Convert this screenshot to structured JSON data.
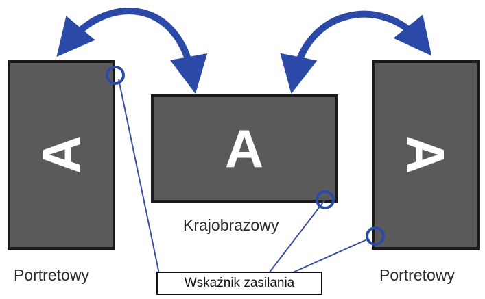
{
  "labels": {
    "portrait_left": "Portretowy",
    "landscape": "Krajobrazowy",
    "portrait_right": "Portretowy",
    "power_indicator": "Wskaźnik zasilania"
  },
  "screen_letter": "A",
  "colors": {
    "screen_fill": "#5b5a5b",
    "screen_border": "#1a1a1a",
    "letter": "#ffffff",
    "arrow": "#2b4aa8",
    "indicator_ring": "#2b4aa8",
    "leader_line": "#3b4fa0",
    "caption_text": "#2a2a2a"
  },
  "icons": {
    "rotate_left": "curved-double-arrow-icon",
    "rotate_right": "curved-double-arrow-icon",
    "power_led": "circle-ring-icon"
  }
}
